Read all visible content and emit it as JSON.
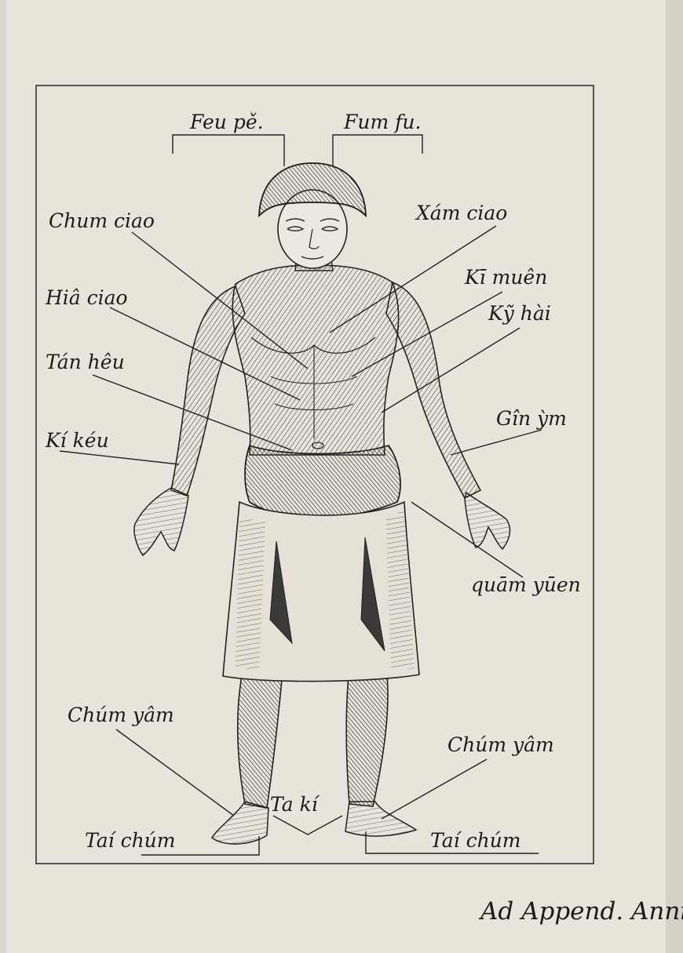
{
  "plate": {
    "labels": {
      "feu_pe": "Feu pě.",
      "fum_fu": "Fum fu.",
      "chum_ciao": "Chum ciao",
      "xam_ciao": "Xám ciao",
      "hia_ciao": "Hiâ ciao",
      "ki_muen": "Kī muên",
      "ki_hai": "Kỹ hài",
      "tan_heu": "Tán hêu",
      "ki_keu": "Kí kéu",
      "gin_ym": "Gîn ỳm",
      "quam_yuen": "quām yūen",
      "chum_yam_left": "Chúm yâm",
      "chum_yam_right": "Chúm yâm",
      "ta_ki": "Ta kí",
      "tai_chum_left": "Taí chúm",
      "tai_chum_right": "Taí chúm"
    },
    "signature": "Ad Append. Anni"
  }
}
